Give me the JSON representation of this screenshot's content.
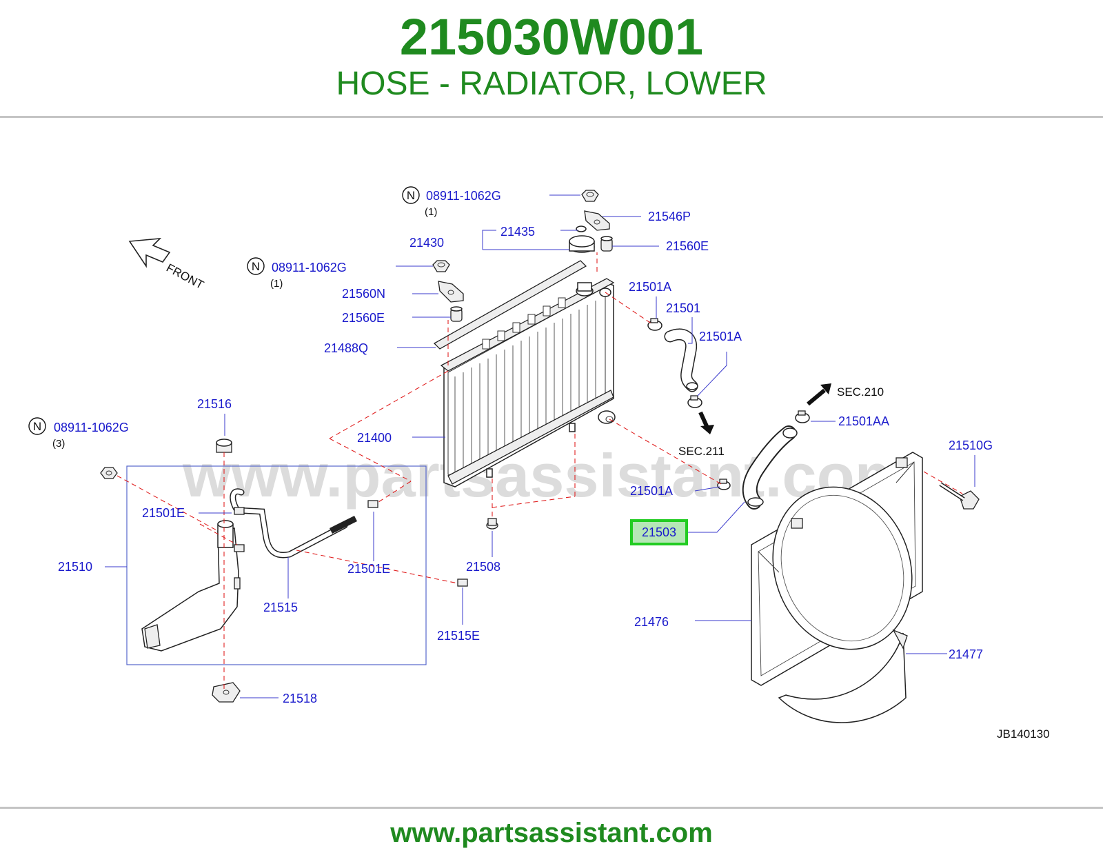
{
  "header": {
    "part_number": "215030W001",
    "part_name": "HOSE - RADIATOR, LOWER"
  },
  "footer": {
    "url": "www.partsassistant.com"
  },
  "diagram": {
    "watermark": "www.partsassistant.com",
    "front_label": "FRONT",
    "diagram_code": "JB140130",
    "highlighted_part": "21503",
    "highlight_color": "#22cc22",
    "label_color": "#1a1acc",
    "callouts": [
      {
        "id": "n1",
        "text": "08911-1062G",
        "qty": "(1)",
        "n_symbol": "N"
      },
      {
        "id": "n2",
        "text": "08911-1062G",
        "qty": "(1)",
        "n_symbol": "N"
      },
      {
        "id": "n3",
        "text": "08911-1062G",
        "qty": "(3)",
        "n_symbol": "N"
      },
      {
        "id": "p21546P",
        "text": "21546P"
      },
      {
        "id": "p21435",
        "text": "21435"
      },
      {
        "id": "p21430",
        "text": "21430"
      },
      {
        "id": "p21560E_top",
        "text": "21560E"
      },
      {
        "id": "p21560N",
        "text": "21560N"
      },
      {
        "id": "p21560E_left",
        "text": "21560E"
      },
      {
        "id": "p21488Q",
        "text": "21488Q"
      },
      {
        "id": "p21501A_1",
        "text": "21501A"
      },
      {
        "id": "p21501",
        "text": "21501"
      },
      {
        "id": "p21501A_2",
        "text": "21501A"
      },
      {
        "id": "p21501AA",
        "text": "21501AA"
      },
      {
        "id": "p21510G",
        "text": "21510G"
      },
      {
        "id": "p21516",
        "text": "21516"
      },
      {
        "id": "p21400",
        "text": "21400"
      },
      {
        "id": "p21501A_3",
        "text": "21501A"
      },
      {
        "id": "p21503",
        "text": "21503"
      },
      {
        "id": "p21501E_1",
        "text": "21501E"
      },
      {
        "id": "p21510",
        "text": "21510"
      },
      {
        "id": "p21501E_2",
        "text": "21501E"
      },
      {
        "id": "p21508",
        "text": "21508"
      },
      {
        "id": "p21515",
        "text": "21515"
      },
      {
        "id": "p21515E",
        "text": "21515E"
      },
      {
        "id": "p21476",
        "text": "21476"
      },
      {
        "id": "p21477",
        "text": "21477"
      },
      {
        "id": "p21518",
        "text": "21518"
      }
    ],
    "section_refs": [
      {
        "id": "sec210",
        "text": "SEC.210"
      },
      {
        "id": "sec211",
        "text": "SEC.211"
      }
    ]
  }
}
